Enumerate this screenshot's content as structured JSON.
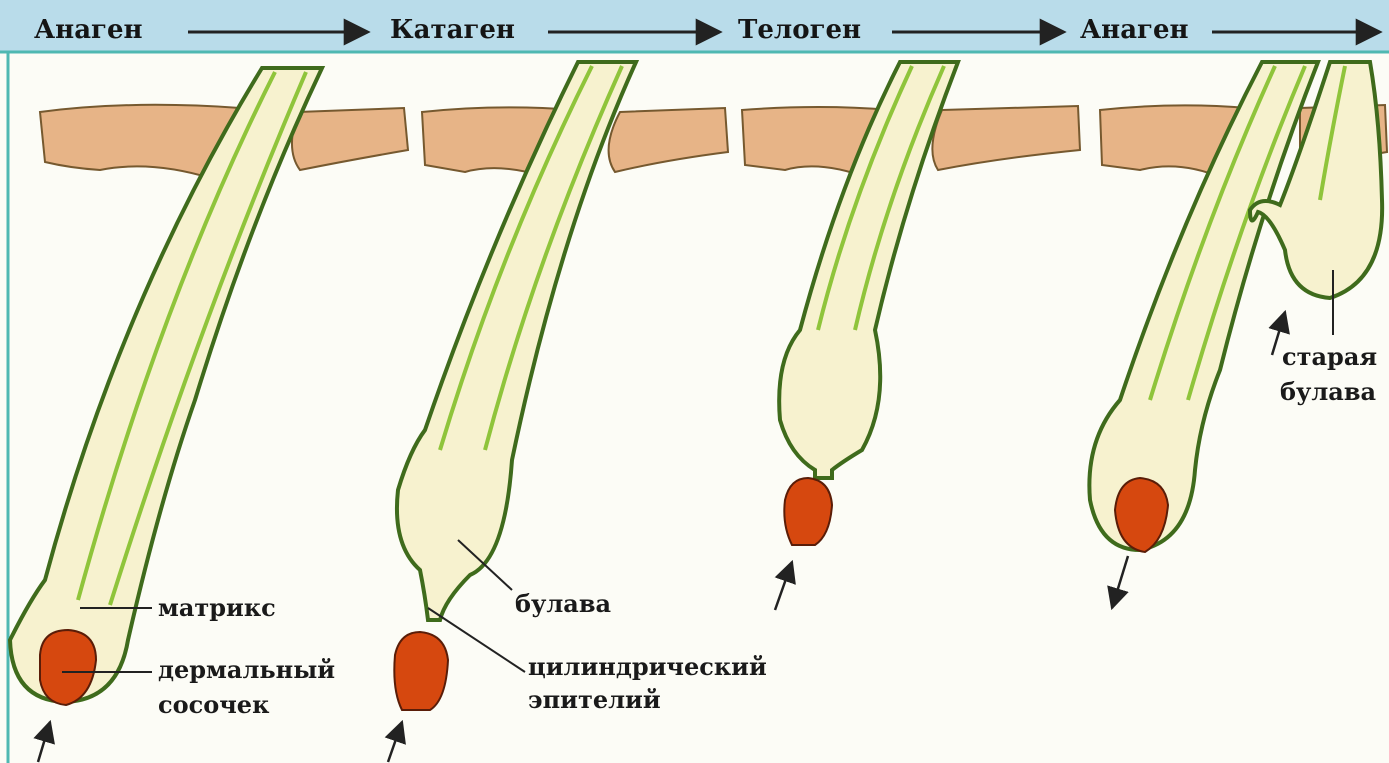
{
  "header": {
    "stages": [
      "Анаген",
      "Катаген",
      "Телоген",
      "Анаген"
    ]
  },
  "labels": {
    "matrix": "матрикс",
    "papilla_line1": "дермальный",
    "papilla_line2": "сосочек",
    "club": "булава",
    "epithelium_line1": "цилиндрический",
    "epithelium_line2": "эпителий",
    "old_club_line1": "старая",
    "old_club_line2": "булава"
  },
  "colors": {
    "header_band": "#b9dcea",
    "background": "#fcfcf6",
    "frame": "#4fb8b2",
    "skin": "#e7b487",
    "skin_edge": "#76592f",
    "follicle_outline": "#3f6b1c",
    "follicle_sheath": "#8fc43b",
    "follicle_fill": "#f7f2cf",
    "papilla": "#d6480f",
    "papilla_edge": "#5a1d08",
    "text": "#151515"
  }
}
